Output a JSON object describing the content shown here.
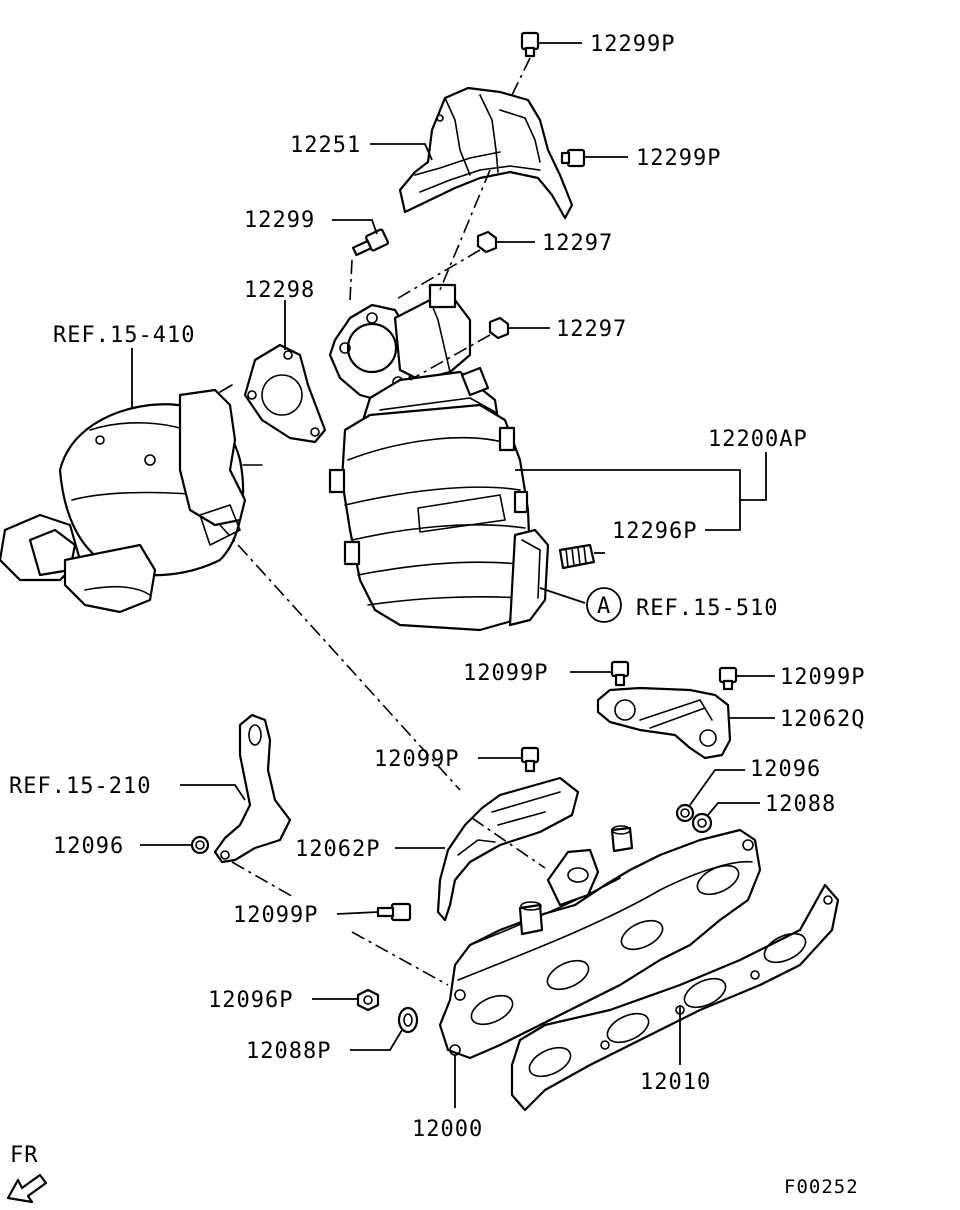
{
  "labels": {
    "l_12299P_a": "12299P",
    "l_12251": "12251",
    "l_12299P_b": "12299P",
    "l_12299": "12299",
    "l_12297_a": "12297",
    "l_12298": "12298",
    "l_ref15410": "REF.15-410",
    "l_12297_b": "12297",
    "l_12200AP": "12200AP",
    "l_12296P": "12296P",
    "l_circleA": "A",
    "l_ref15510": "REF.15-510",
    "l_12099P_a": "12099P",
    "l_12099P_b": "12099P",
    "l_12062Q": "12062Q",
    "l_12099P_c": "12099P",
    "l_12096_a": "12096",
    "l_ref15210": "REF.15-210",
    "l_12088": "12088",
    "l_12096_b": "12096",
    "l_12062P": "12062P",
    "l_12099P_d": "12099P",
    "l_12096P": "12096P",
    "l_12088P": "12088P",
    "l_12010": "12010",
    "l_12000": "12000",
    "l_FR": "FR",
    "l_code": "F00252"
  }
}
